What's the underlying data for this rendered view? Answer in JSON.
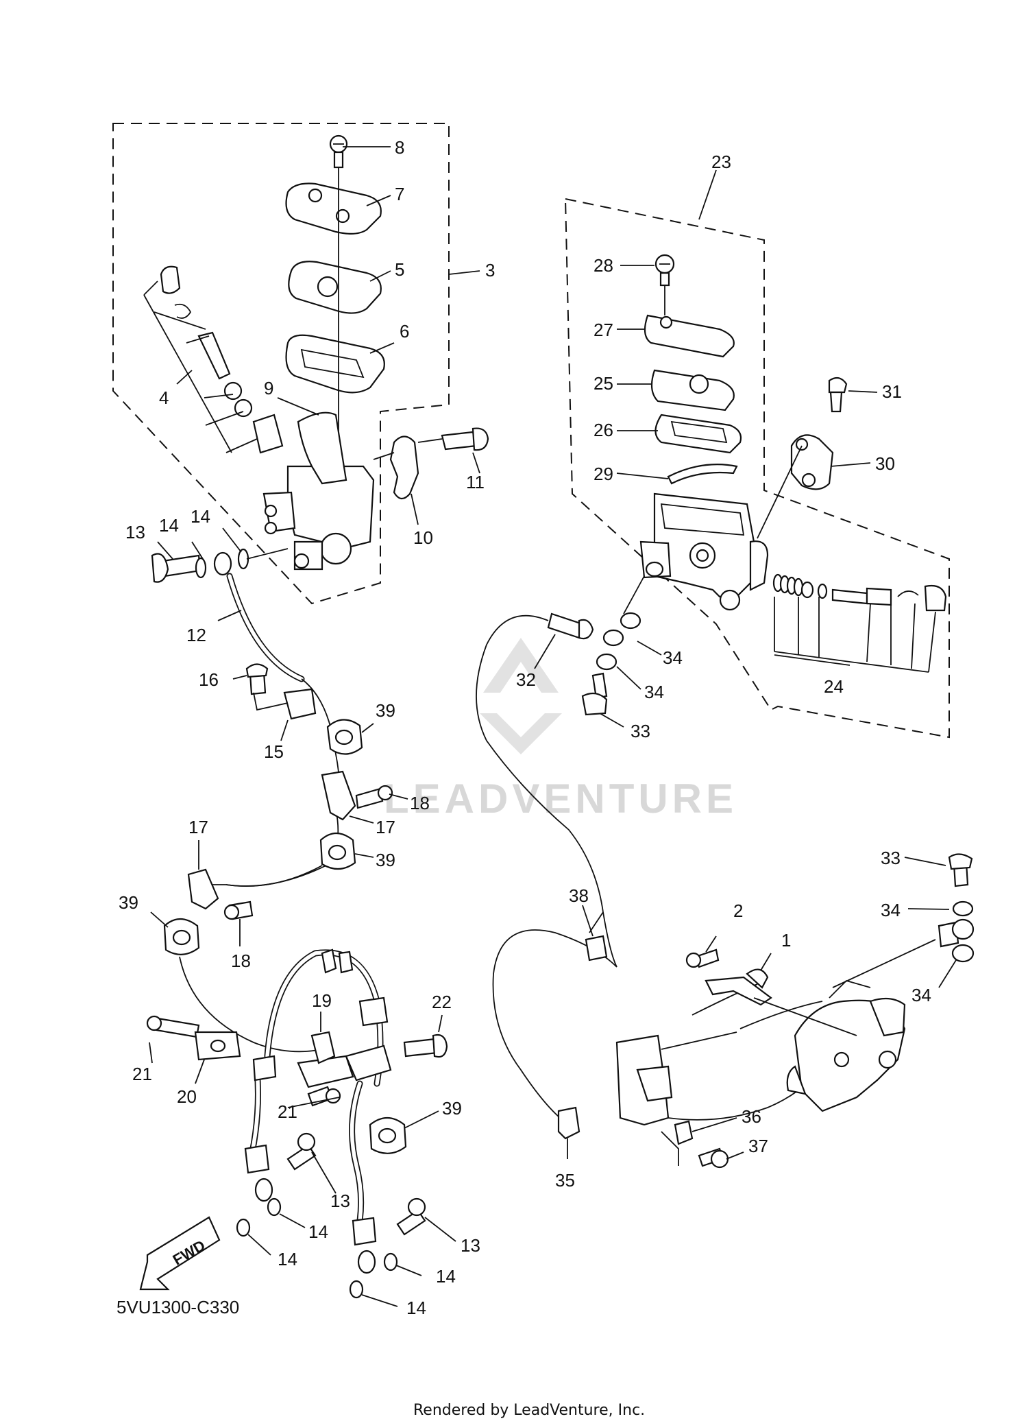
{
  "diagram": {
    "part_code": "5VU1300-C330",
    "credit": "Rendered by LeadVenture, Inc.",
    "watermark": "LEADVENTURE",
    "fwd_label": "FWD",
    "callouts": [
      {
        "id": "c8",
        "text": "8"
      },
      {
        "id": "c7",
        "text": "7"
      },
      {
        "id": "c3",
        "text": "3"
      },
      {
        "id": "c5",
        "text": "5"
      },
      {
        "id": "c6",
        "text": "6"
      },
      {
        "id": "c4",
        "text": "4"
      },
      {
        "id": "c9",
        "text": "9"
      },
      {
        "id": "c11",
        "text": "11"
      },
      {
        "id": "c10",
        "text": "10"
      },
      {
        "id": "c13a",
        "text": "13"
      },
      {
        "id": "c14a",
        "text": "14"
      },
      {
        "id": "c14b",
        "text": "14"
      },
      {
        "id": "c12",
        "text": "12"
      },
      {
        "id": "c16",
        "text": "16"
      },
      {
        "id": "c15",
        "text": "15"
      },
      {
        "id": "c39a",
        "text": "39"
      },
      {
        "id": "c18a",
        "text": "18"
      },
      {
        "id": "c17a",
        "text": "17"
      },
      {
        "id": "c39b",
        "text": "39"
      },
      {
        "id": "c17b",
        "text": "17"
      },
      {
        "id": "c39c",
        "text": "39"
      },
      {
        "id": "c18b",
        "text": "18"
      },
      {
        "id": "c19",
        "text": "19"
      },
      {
        "id": "c22",
        "text": "22"
      },
      {
        "id": "c21a",
        "text": "21"
      },
      {
        "id": "c20",
        "text": "20"
      },
      {
        "id": "c21b",
        "text": "21"
      },
      {
        "id": "c39d",
        "text": "39"
      },
      {
        "id": "c13b",
        "text": "13"
      },
      {
        "id": "c14c",
        "text": "14"
      },
      {
        "id": "c14d",
        "text": "14"
      },
      {
        "id": "c13c",
        "text": "13"
      },
      {
        "id": "c14e",
        "text": "14"
      },
      {
        "id": "c14f",
        "text": "14"
      },
      {
        "id": "c23",
        "text": "23"
      },
      {
        "id": "c28",
        "text": "28"
      },
      {
        "id": "c27",
        "text": "27"
      },
      {
        "id": "c25",
        "text": "25"
      },
      {
        "id": "c31",
        "text": "31"
      },
      {
        "id": "c26",
        "text": "26"
      },
      {
        "id": "c30",
        "text": "30"
      },
      {
        "id": "c29",
        "text": "29"
      },
      {
        "id": "c34a",
        "text": "34"
      },
      {
        "id": "c32",
        "text": "32"
      },
      {
        "id": "c34b",
        "text": "34"
      },
      {
        "id": "c33a",
        "text": "33"
      },
      {
        "id": "c24",
        "text": "24"
      },
      {
        "id": "c33b",
        "text": "33"
      },
      {
        "id": "c34c",
        "text": "34"
      },
      {
        "id": "c2",
        "text": "2"
      },
      {
        "id": "c1",
        "text": "1"
      },
      {
        "id": "c34d",
        "text": "34"
      },
      {
        "id": "c38",
        "text": "38"
      },
      {
        "id": "c36",
        "text": "36"
      },
      {
        "id": "c37",
        "text": "37"
      },
      {
        "id": "c35",
        "text": "35"
      }
    ]
  }
}
